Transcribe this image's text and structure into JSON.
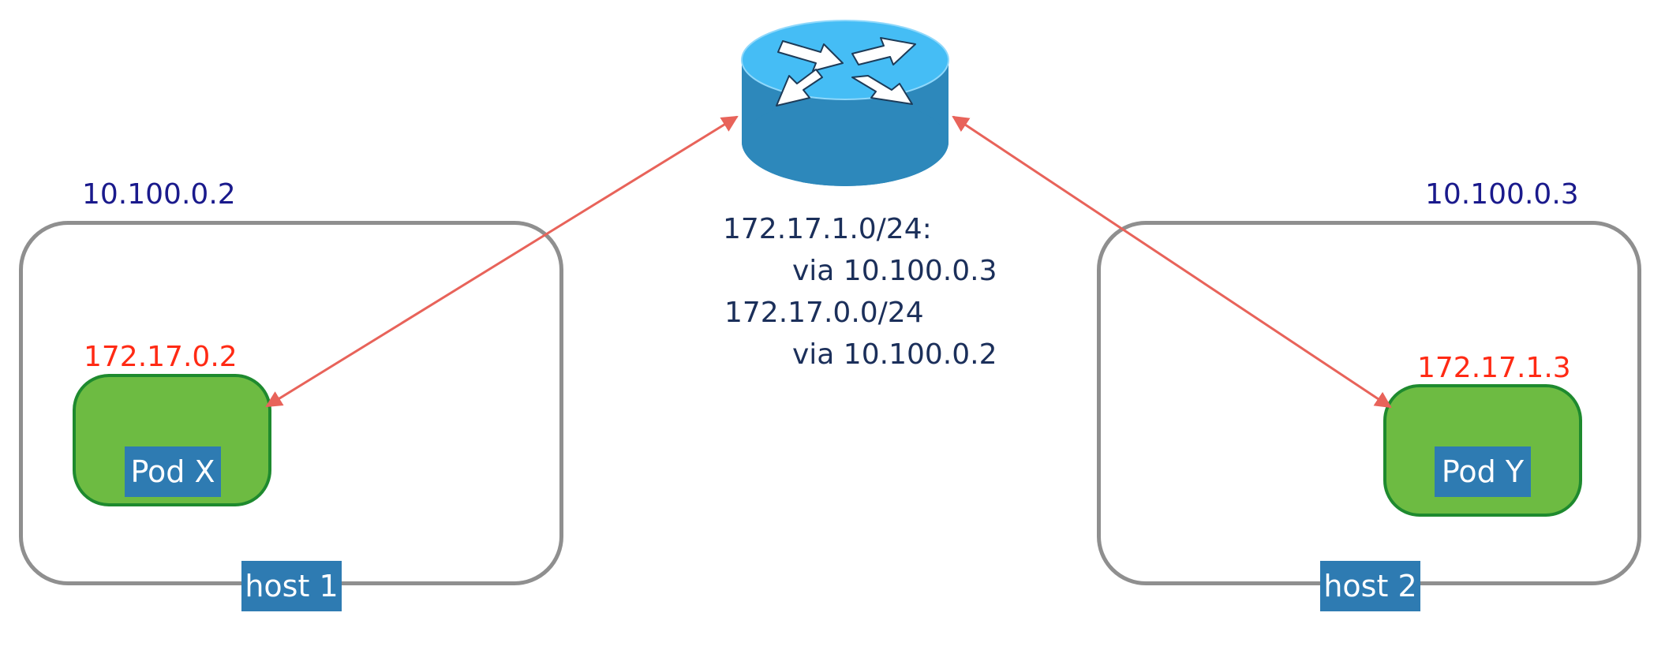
{
  "router": {
    "icon": "router-icon",
    "body_color": "#2d88bb",
    "top_color": "#45bdf5"
  },
  "routes": [
    {
      "destination": "172.17.1.0/24:",
      "via": "via 10.100.0.3"
    },
    {
      "destination": "172.17.0.0/24",
      "via": "via 10.100.0.2"
    }
  ],
  "hosts": [
    {
      "name": "host 1",
      "ip": "10.100.0.2",
      "pod": {
        "name": "Pod X",
        "ip": "172.17.0.2"
      }
    },
    {
      "name": "host 2",
      "ip": "10.100.0.3",
      "pod": {
        "name": "Pod Y",
        "ip": "172.17.1.3"
      }
    }
  ],
  "colors": {
    "link": "#e8635a",
    "host_border": "#8f8f8f",
    "pod_fill": "#6dbb42",
    "pod_border": "#1e8a2e",
    "label_fill": "#2e7bb2",
    "host_ip_text": "#1a1a8c",
    "pod_ip_text": "#ff2a14"
  }
}
